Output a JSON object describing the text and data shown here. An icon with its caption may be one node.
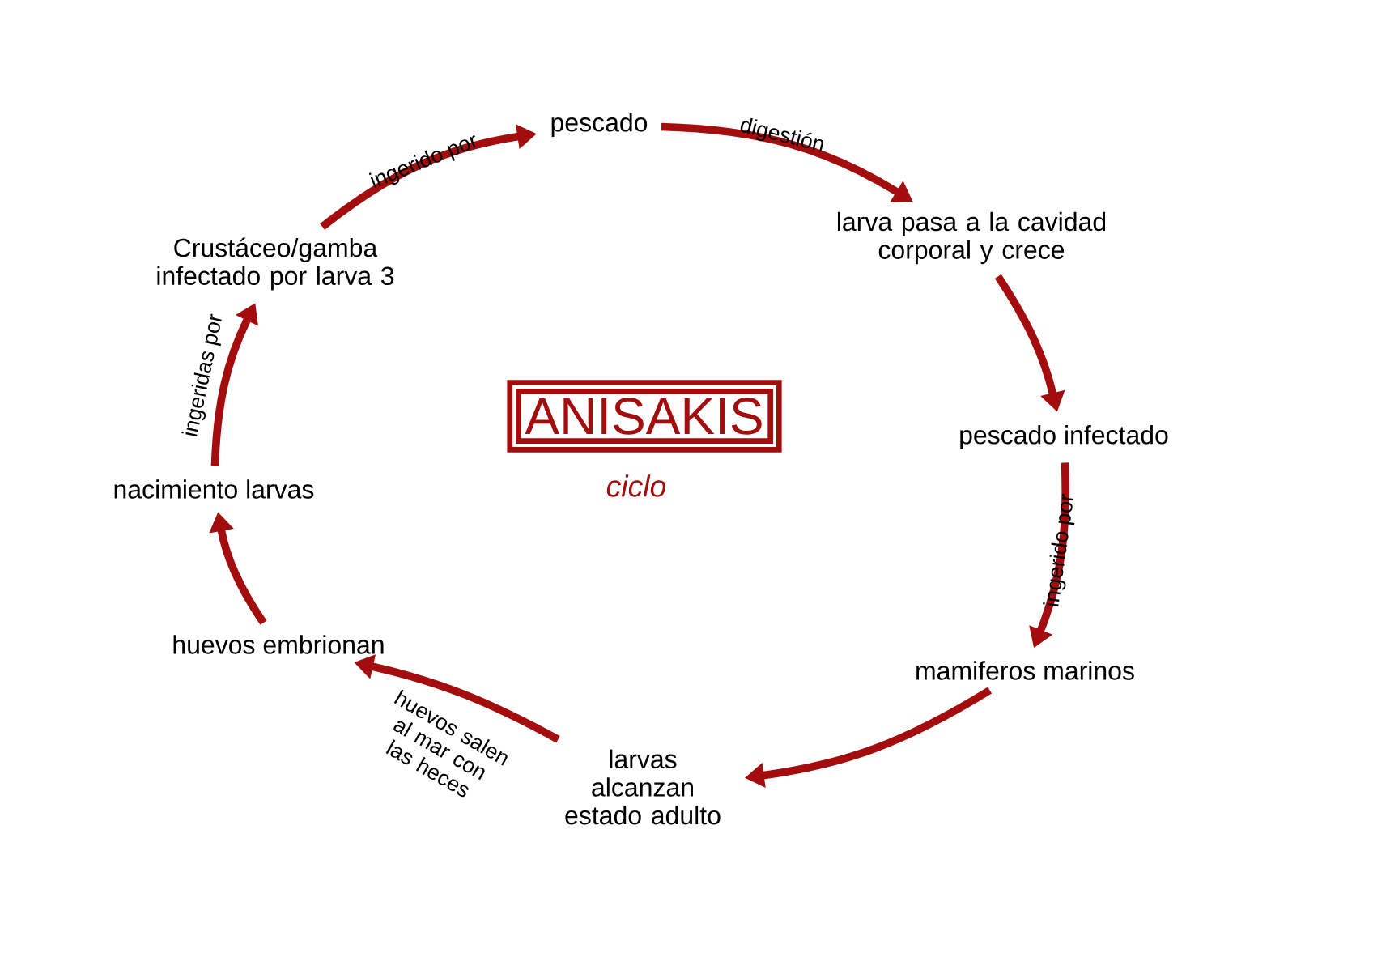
{
  "diagram": {
    "title": "ANISAKIS",
    "nodes": [
      {
        "text": [
          "pescado"
        ]
      },
      {
        "text": [
          "larva pasa a la cavidad corporal y crece"
        ]
      },
      {
        "text": [
          "pescado infectado"
        ]
      },
      {
        "text": [
          "mamiferos marinos"
        ]
      },
      {
        "text": [
          "larvas alcanzan estado adulto"
        ]
      },
      {
        "text": [
          "huevos embrionan"
        ]
      },
      {
        "text": [
          "nacimiento larvas"
        ]
      },
      {
        "text": [
          "Crustáceo/gamba infectado por larva 3"
        ]
      }
    ],
    "edges": [
      {
        "from": 7,
        "to": 0,
        "arrow": "to",
        "label": "ingerido por"
      },
      {
        "from": 0,
        "to": 1,
        "arrow": "to",
        "label": "digestión"
      },
      {
        "from": 1,
        "to": 2,
        "arrow": "to"
      },
      {
        "from": 2,
        "to": 3,
        "arrow": "to",
        "label": "ingerido por"
      },
      {
        "from": 3,
        "to": 4,
        "arrow": "to"
      },
      {
        "from": 4,
        "to": 5,
        "arrow": "to",
        "label": "huevos salen al mar con las heces"
      },
      {
        "from": 5,
        "to": 6,
        "arrow": "to"
      },
      {
        "from": 6,
        "to": 7,
        "arrow": "to",
        "label": "ingeridas por"
      }
    ],
    "labels": [
      "ciclo"
    ]
  }
}
